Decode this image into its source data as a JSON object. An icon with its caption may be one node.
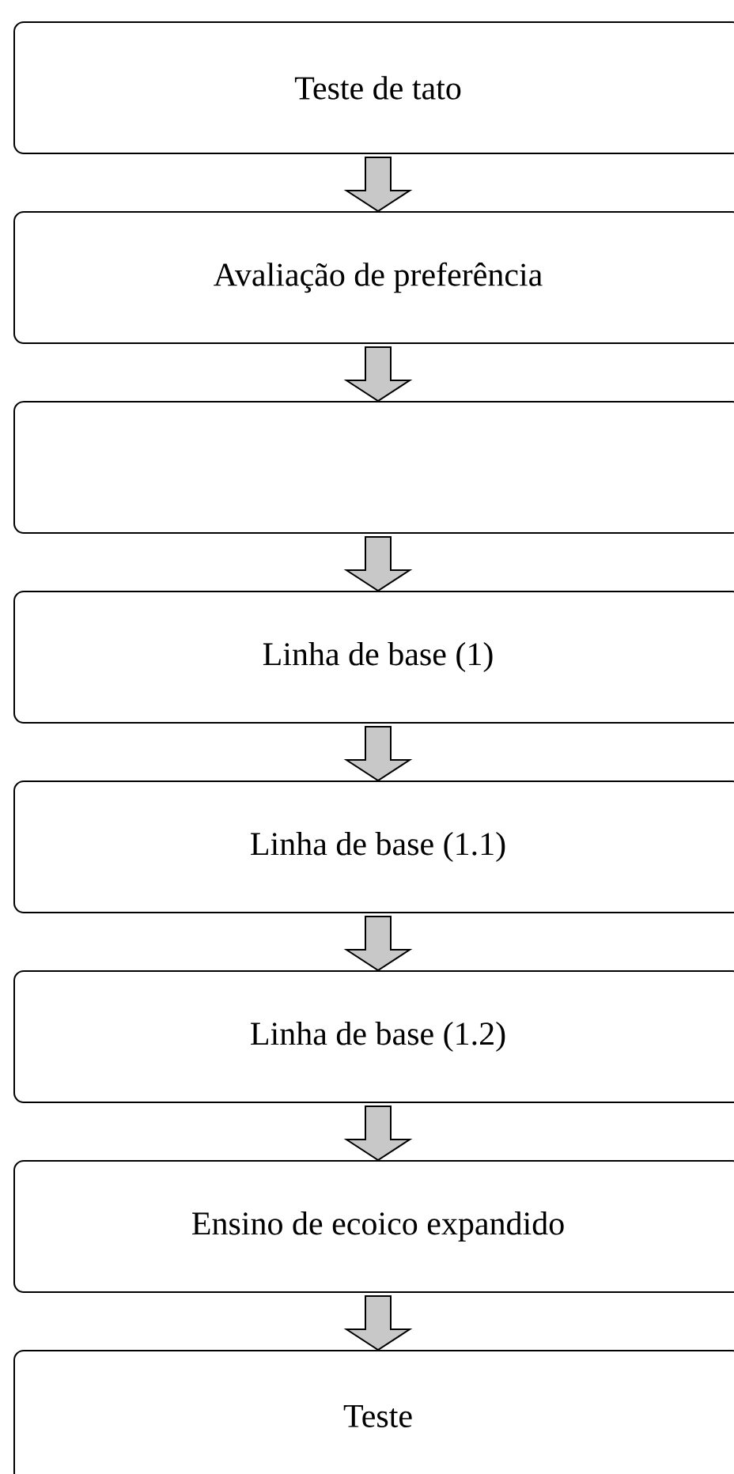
{
  "diagram": {
    "nodes": [
      {
        "text": [
          "Teste de tato"
        ]
      },
      {
        "text": [
          "Avaliação de preferência"
        ]
      },
      {
        "text": [],
        "shape": "box"
      },
      {
        "text": [
          "Linha de base (1)"
        ]
      },
      {
        "text": [
          "Linha de base (1.1)"
        ]
      },
      {
        "text": [
          "Linha de base (1.2)"
        ]
      },
      {
        "text": [
          "Ensino de ecoico expandido"
        ]
      },
      {
        "text": [
          "Teste"
        ]
      }
    ],
    "edges": [
      {
        "from": 0,
        "to": 1,
        "arrow": "to"
      },
      {
        "from": 1,
        "to": 2,
        "arrow": "to"
      },
      {
        "from": 2,
        "to": 3,
        "arrow": "to"
      },
      {
        "from": 3,
        "to": 4,
        "arrow": "to"
      },
      {
        "from": 4,
        "to": 5,
        "arrow": "to"
      },
      {
        "from": 5,
        "to": 6,
        "arrow": "to"
      },
      {
        "from": 6,
        "to": 7,
        "arrow": "to"
      }
    ]
  }
}
